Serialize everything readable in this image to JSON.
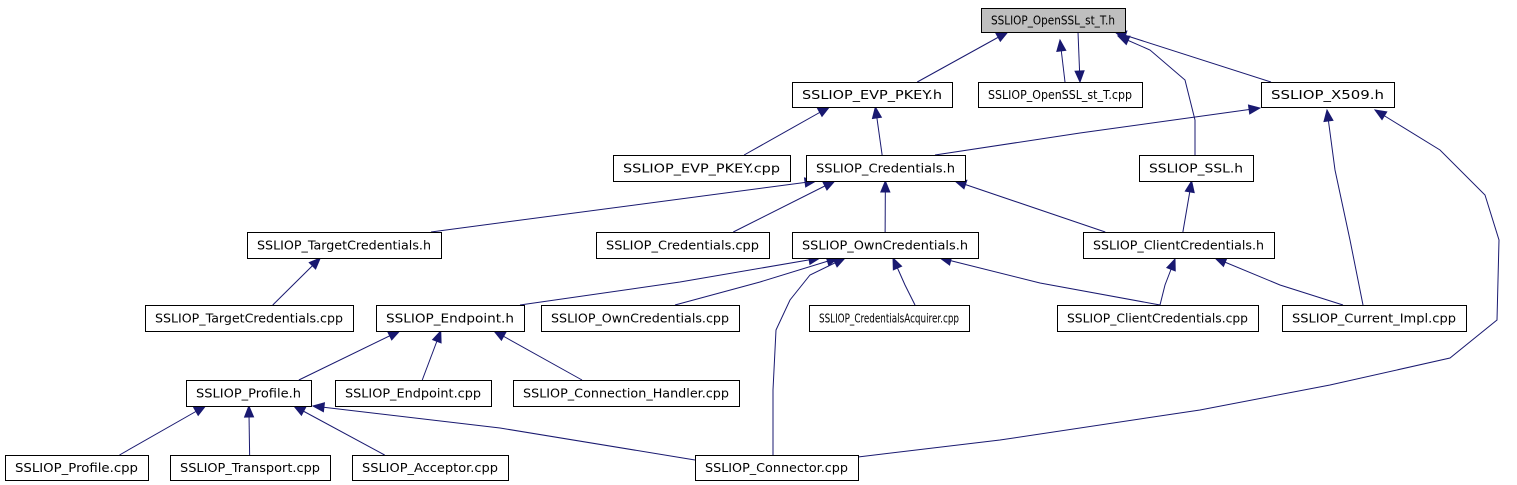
{
  "title": "SSLIOP_OpenSSL_st_T.h include dependency graph",
  "colors": {
    "edge": "#191970",
    "root_fill": "#bfbfbf",
    "node_fill": "#ffffff",
    "node_border": "#000000"
  },
  "nodes": {
    "openssl_h": "SSLIOP_OpenSSL_st_T.h",
    "evp_pkey_h": "SSLIOP_EVP_PKEY.h",
    "openssl_cpp": "SSLIOP_OpenSSL_st_T.cpp",
    "x509_h": "SSLIOP_X509.h",
    "evp_pkey_cpp": "SSLIOP_EVP_PKEY.cpp",
    "credentials_h": "SSLIOP_Credentials.h",
    "ssl_h": "SSLIOP_SSL.h",
    "target_cred_h": "SSLIOP_TargetCredentials.h",
    "credentials_cpp": "SSLIOP_Credentials.cpp",
    "own_cred_h": "SSLIOP_OwnCredentials.h",
    "client_cred_h": "SSLIOP_ClientCredentials.h",
    "target_cred_cpp": "SSLIOP_TargetCredentials.cpp",
    "endpoint_h": "SSLIOP_Endpoint.h",
    "own_cred_cpp": "SSLIOP_OwnCredentials.cpp",
    "cred_acquirer_cpp": "SSLIOP_CredentialsAcquirer.cpp",
    "client_cred_cpp": "SSLIOP_ClientCredentials.cpp",
    "current_impl_cpp": "SSLIOP_Current_Impl.cpp",
    "profile_h": "SSLIOP_Profile.h",
    "endpoint_cpp": "SSLIOP_Endpoint.cpp",
    "conn_handler_cpp": "SSLIOP_Connection_Handler.cpp",
    "profile_cpp": "SSLIOP_Profile.cpp",
    "transport_cpp": "SSLIOP_Transport.cpp",
    "acceptor_cpp": "SSLIOP_Acceptor.cpp",
    "connector_cpp": "SSLIOP_Connector.cpp"
  },
  "edges": [
    {
      "from": "evp_pkey_h",
      "to": "openssl_h"
    },
    {
      "from": "openssl_cpp",
      "to": "openssl_h"
    },
    {
      "from": "openssl_h",
      "to": "openssl_cpp"
    },
    {
      "from": "x509_h",
      "to": "openssl_h"
    },
    {
      "from": "ssl_h",
      "to": "openssl_h"
    },
    {
      "from": "evp_pkey_cpp",
      "to": "evp_pkey_h"
    },
    {
      "from": "credentials_h",
      "to": "evp_pkey_h"
    },
    {
      "from": "credentials_h",
      "to": "x509_h"
    },
    {
      "from": "current_impl_cpp",
      "to": "x509_h"
    },
    {
      "from": "connector_cpp",
      "to": "x509_h"
    },
    {
      "from": "target_cred_h",
      "to": "credentials_h"
    },
    {
      "from": "credentials_cpp",
      "to": "credentials_h"
    },
    {
      "from": "own_cred_h",
      "to": "credentials_h"
    },
    {
      "from": "client_cred_h",
      "to": "credentials_h"
    },
    {
      "from": "client_cred_h",
      "to": "ssl_h"
    },
    {
      "from": "target_cred_cpp",
      "to": "target_cred_h"
    },
    {
      "from": "endpoint_h",
      "to": "own_cred_h"
    },
    {
      "from": "own_cred_cpp",
      "to": "own_cred_h"
    },
    {
      "from": "connector_cpp",
      "to": "own_cred_h"
    },
    {
      "from": "cred_acquirer_cpp",
      "to": "own_cred_h"
    },
    {
      "from": "client_cred_cpp",
      "to": "own_cred_h"
    },
    {
      "from": "client_cred_cpp",
      "to": "client_cred_h"
    },
    {
      "from": "current_impl_cpp",
      "to": "client_cred_h"
    },
    {
      "from": "profile_h",
      "to": "endpoint_h"
    },
    {
      "from": "endpoint_cpp",
      "to": "endpoint_h"
    },
    {
      "from": "conn_handler_cpp",
      "to": "endpoint_h"
    },
    {
      "from": "profile_cpp",
      "to": "profile_h"
    },
    {
      "from": "transport_cpp",
      "to": "profile_h"
    },
    {
      "from": "acceptor_cpp",
      "to": "profile_h"
    },
    {
      "from": "connector_cpp",
      "to": "profile_h"
    }
  ]
}
